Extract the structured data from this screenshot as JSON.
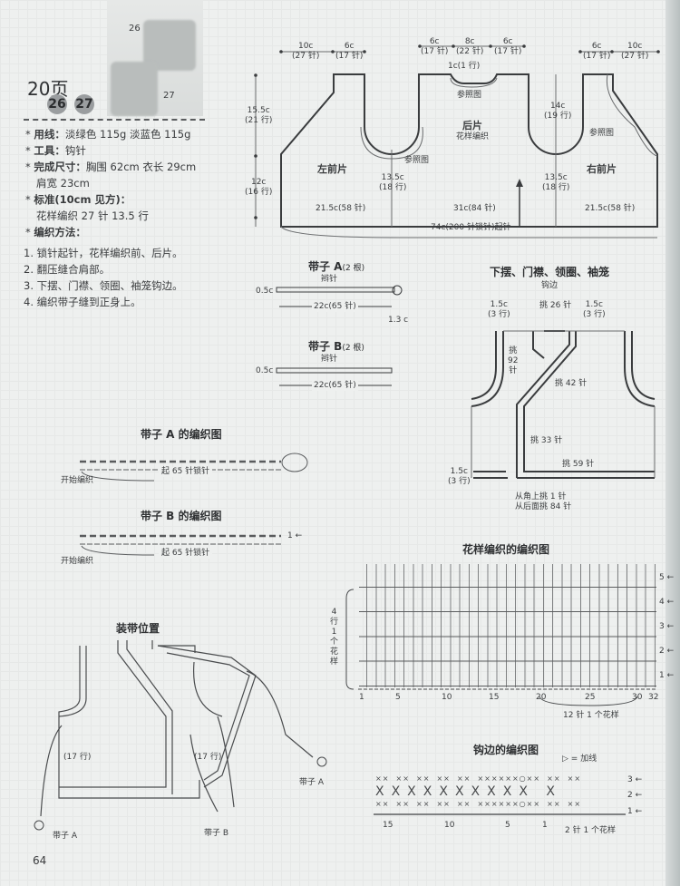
{
  "header": {
    "page_ref": "20页",
    "badges": [
      "26",
      "27"
    ],
    "photo_labels": [
      "26",
      "27"
    ]
  },
  "specs": {
    "yarn_label": "用线：",
    "yarn_value": "淡绿色 115g   淡蓝色 115g",
    "tool_label": "工具：",
    "tool_value": "钩针",
    "size_label": "完成尺寸：",
    "size_value": "胸围 62cm   衣长 29cm",
    "size_value2": "肩宽 23cm",
    "gauge_label": "标准(10cm 见方)：",
    "gauge_value": "花样编织  27 针    13.5 行",
    "method_label": "编织方法：",
    "steps": [
      "1. 锁针起针，花样编织前、后片。",
      "2. 翻压缝合肩部。",
      "3. 下摆、门襟、领圈、袖笼钩边。",
      "4. 编织带子缝到正身上。"
    ]
  },
  "body_diagram": {
    "top_dims_left": [
      {
        "c": "10c",
        "st": "(27 针)"
      },
      {
        "c": "6c",
        "st": "(17 针)"
      }
    ],
    "top_dims_center": [
      {
        "c": "6c",
        "st": "(17 针)"
      },
      {
        "c": "8c",
        "st": "(22 针)"
      },
      {
        "c": "6c",
        "st": "(17 针)"
      }
    ],
    "top_dims_right": [
      {
        "c": "6c",
        "st": "(17 针)"
      },
      {
        "c": "10c",
        "st": "(27 针)"
      }
    ],
    "neck_depth": "1c(1 行)",
    "ref": "参照图",
    "left_h_top": {
      "c": "15.5c",
      "r": "(21 行)"
    },
    "left_h_bottom": {
      "c": "12c",
      "r": "(16 行)"
    },
    "armhole": {
      "c": "14c",
      "r": "(19 行)"
    },
    "side_left": {
      "c": "13.5c",
      "r": "(18 行)"
    },
    "side_right": {
      "c": "13.5c",
      "r": "(18 行)"
    },
    "left_front": "左前片",
    "back": "后片",
    "back_sub": "花样编织",
    "right_front": "右前片",
    "w_left": "21.5c(58 针)",
    "w_back": "31c(84 针)",
    "w_right": "21.5c(58 针)",
    "total": "74c(200 针锁针)起针"
  },
  "ties": {
    "a_title": "带子 A",
    "a_count": "(2 根)",
    "b_title": "带子 B",
    "b_count": "(2 根)",
    "stitch": "辫针",
    "width": "0.5c",
    "length": "22c(65 针)",
    "loop": "1.3 c"
  },
  "edging_diagram": {
    "title": "下摆、门襟、领圈、袖笼",
    "subtitle": "钩边",
    "dim_left": {
      "c": "1.5c",
      "r": "(3 行)"
    },
    "dim_neck": "挑 26 针",
    "dim_right": {
      "c": "1.5c",
      "r": "(3 行)"
    },
    "armhole_pick": "挑",
    "armhole_pick_n": "92",
    "armhole_pick_unit": "针",
    "front_pick": "挑 42 针",
    "front_low_pick": "挑 33 针",
    "hem_pick": "挑 59 针",
    "hem_dim": {
      "c": "1.5c",
      "r": "(3 行)"
    },
    "corner1": "从角上挑 1 针",
    "corner2": "从后面挑 84 针"
  },
  "tie_charts": {
    "a_title": "带子 A 的编织图",
    "b_title": "带子 B 的编织图",
    "chain": "起 65 针锁针",
    "start": "开始编织",
    "row1": "1 ←"
  },
  "pattern_chart": {
    "title": "花样编织的编织图",
    "repeat_rows": [
      "4",
      "行",
      "1",
      "个",
      "花",
      "样"
    ],
    "rows": [
      "5 ←",
      "4 ←",
      "3 ←",
      "2 ←",
      "1 ←"
    ],
    "cols": [
      "1",
      "5",
      "10",
      "15",
      "20",
      "25",
      "30",
      "32"
    ],
    "repeat": "12 针 1 个花样"
  },
  "edge_chart": {
    "title": "钩边的编织图",
    "legend": "= 加线",
    "rows": [
      "3 ←",
      "2 ←",
      "1 ←"
    ],
    "cols": [
      "15",
      "10",
      "5",
      "1"
    ],
    "repeat": "2 针 1 个花样"
  },
  "tie_position": {
    "title": "装带位置",
    "rows_left": "(17 行)",
    "rows_right": "(17 行)",
    "tie_a": "带子 A",
    "tie_b": "带子 B"
  },
  "footer": {
    "page_number": "64"
  }
}
